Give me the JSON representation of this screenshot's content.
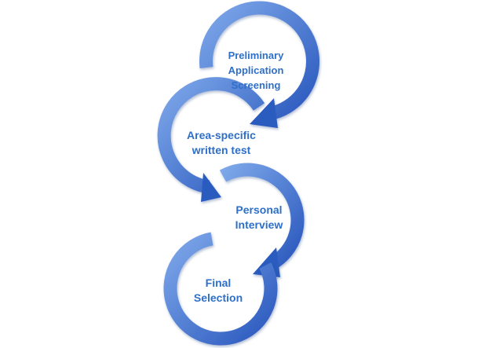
{
  "diagram": {
    "colors": {
      "ring_light": "#6f9ee6",
      "ring_dark": "#2c5cc0",
      "label_text": "#2e6fc9",
      "background": "#ffffff"
    },
    "steps": [
      {
        "lines": [
          "Preliminary",
          "Application",
          "Screening"
        ]
      },
      {
        "lines": [
          "Area-specific",
          "written test"
        ]
      },
      {
        "lines": [
          "Personal",
          "Interview"
        ]
      },
      {
        "lines": [
          "Final",
          "Selection"
        ]
      }
    ]
  }
}
